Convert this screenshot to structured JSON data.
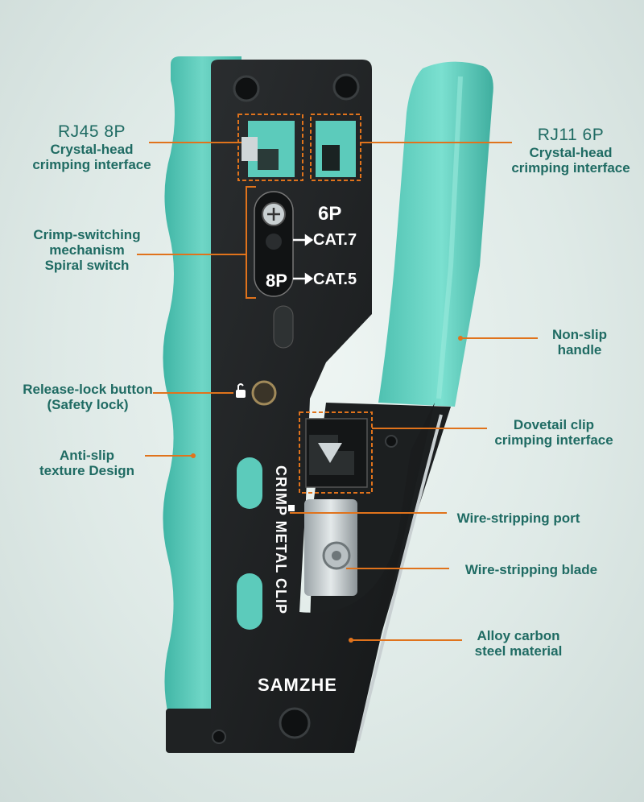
{
  "colors": {
    "accent_teal": "#5ccbbb",
    "leader_orange": "#e0731c",
    "label_text": "#1f6b63",
    "body_black": "#1a1c1d"
  },
  "tool": {
    "brand": "SAMZHE",
    "side_text": "CRIMP METAL CLIP",
    "panel_6p": "6P",
    "panel_8p": "8P",
    "panel_cat7": "CAT.7",
    "panel_cat5": "CAT.5"
  },
  "labels": {
    "rj45": {
      "title": "RJ45 8P",
      "line1": "Crystal-head",
      "line2": "crimping interface"
    },
    "rj11": {
      "title": "RJ11 6P",
      "line1": "Crystal-head",
      "line2": "crimping interface"
    },
    "crimp_switch": {
      "line1": "Crimp-switching",
      "line2": "mechanism",
      "line3": "Spiral switch"
    },
    "non_slip": {
      "line1": "Non-slip",
      "line2": "handle"
    },
    "release_lock": {
      "line1": "Release-lock button",
      "line2": "(Safety lock)"
    },
    "dovetail": {
      "line1": "Dovetail clip",
      "line2": "crimping interface"
    },
    "anti_slip": {
      "line1": "Anti-slip",
      "line2": "texture Design"
    },
    "strip_port": {
      "line1": "Wire-stripping port"
    },
    "strip_blade": {
      "line1": "Wire-stripping blade"
    },
    "alloy": {
      "line1": "Alloy carbon",
      "line2": "steel material"
    }
  }
}
